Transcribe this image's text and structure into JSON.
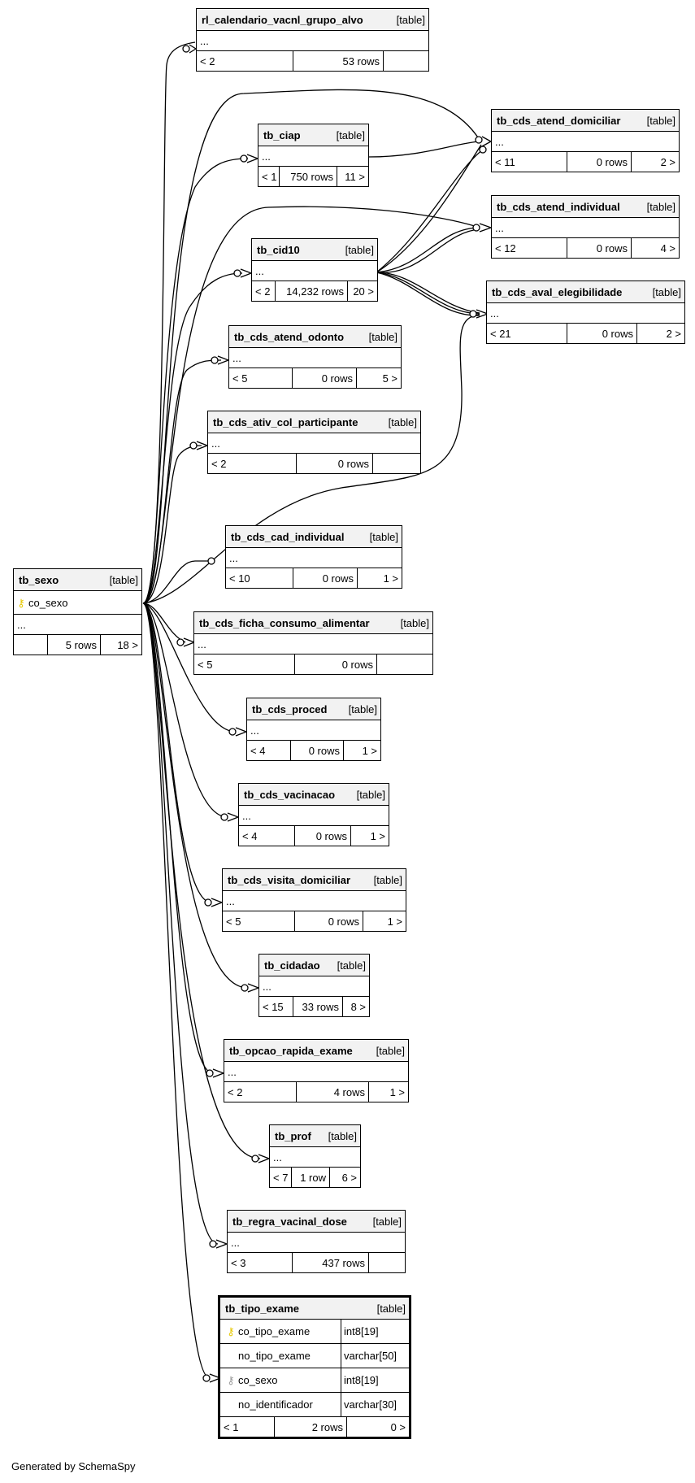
{
  "generator": "Generated by SchemaSpy",
  "tables": {
    "rl_calendario_vacnl_grupo_alvo": {
      "name": "rl_calendario_vacnl_grupo_alvo",
      "kind": "[table]",
      "dots": "...",
      "parents": "< 2",
      "rows": "53 rows",
      "children": ""
    },
    "tb_ciap": {
      "name": "tb_ciap",
      "kind": "[table]",
      "dots": "...",
      "parents": "< 1",
      "rows": "750 rows",
      "children": "11 >"
    },
    "tb_cid10": {
      "name": "tb_cid10",
      "kind": "[table]",
      "dots": "...",
      "parents": "< 2",
      "rows": "14,232 rows",
      "children": "20 >"
    },
    "tb_cds_atend_domiciliar": {
      "name": "tb_cds_atend_domiciliar",
      "kind": "[table]",
      "dots": "...",
      "parents": "< 11",
      "rows": "0 rows",
      "children": "2 >"
    },
    "tb_cds_atend_individual": {
      "name": "tb_cds_atend_individual",
      "kind": "[table]",
      "dots": "...",
      "parents": "< 12",
      "rows": "0 rows",
      "children": "4 >"
    },
    "tb_cds_aval_elegibilidade": {
      "name": "tb_cds_aval_elegibilidade",
      "kind": "[table]",
      "dots": "...",
      "parents": "< 21",
      "rows": "0 rows",
      "children": "2 >"
    },
    "tb_cds_atend_odonto": {
      "name": "tb_cds_atend_odonto",
      "kind": "[table]",
      "dots": "...",
      "parents": "< 5",
      "rows": "0 rows",
      "children": "5 >"
    },
    "tb_cds_ativ_col_participante": {
      "name": "tb_cds_ativ_col_participante",
      "kind": "[table]",
      "dots": "...",
      "parents": "< 2",
      "rows": "0 rows",
      "children": ""
    },
    "tb_cds_cad_individual": {
      "name": "tb_cds_cad_individual",
      "kind": "[table]",
      "dots": "...",
      "parents": "< 10",
      "rows": "0 rows",
      "children": "1 >"
    },
    "tb_sexo": {
      "name": "tb_sexo",
      "kind": "[table]",
      "column": "co_sexo",
      "dots": "...",
      "parents": "",
      "rows": "5 rows",
      "children": "18 >"
    },
    "tb_cds_ficha_consumo_alimentar": {
      "name": "tb_cds_ficha_consumo_alimentar",
      "kind": "[table]",
      "dots": "...",
      "parents": "< 5",
      "rows": "0 rows",
      "children": ""
    },
    "tb_cds_proced": {
      "name": "tb_cds_proced",
      "kind": "[table]",
      "dots": "...",
      "parents": "< 4",
      "rows": "0 rows",
      "children": "1 >"
    },
    "tb_cds_vacinacao": {
      "name": "tb_cds_vacinacao",
      "kind": "[table]",
      "dots": "...",
      "parents": "< 4",
      "rows": "0 rows",
      "children": "1 >"
    },
    "tb_cds_visita_domiciliar": {
      "name": "tb_cds_visita_domiciliar",
      "kind": "[table]",
      "dots": "...",
      "parents": "< 5",
      "rows": "0 rows",
      "children": "1 >"
    },
    "tb_cidadao": {
      "name": "tb_cidadao",
      "kind": "[table]",
      "dots": "...",
      "parents": "< 15",
      "rows": "33 rows",
      "children": "8 >"
    },
    "tb_opcao_rapida_exame": {
      "name": "tb_opcao_rapida_exame",
      "kind": "[table]",
      "dots": "...",
      "parents": "< 2",
      "rows": "4 rows",
      "children": "1 >"
    },
    "tb_prof": {
      "name": "tb_prof",
      "kind": "[table]",
      "dots": "...",
      "parents": "< 7",
      "rows": "1 row",
      "children": "6 >"
    },
    "tb_regra_vacinal_dose": {
      "name": "tb_regra_vacinal_dose",
      "kind": "[table]",
      "dots": "...",
      "parents": "< 3",
      "rows": "437 rows",
      "children": ""
    },
    "tb_tipo_exame": {
      "name": "tb_tipo_exame",
      "kind": "[table]",
      "columns": [
        {
          "name": "co_tipo_exame",
          "type": "int8[19]",
          "key": "primary"
        },
        {
          "name": "no_tipo_exame",
          "type": "varchar[50]",
          "key": ""
        },
        {
          "name": "co_sexo",
          "type": "int8[19]",
          "key": "foreign"
        },
        {
          "name": "no_identificador",
          "type": "varchar[30]",
          "key": ""
        }
      ],
      "parents": "< 1",
      "rows": "2 rows",
      "children": "0 >"
    }
  },
  "colors": {
    "primary_key": "#e6c800",
    "foreign_key": "#9a9a9a",
    "header": "#f2f2f2"
  }
}
